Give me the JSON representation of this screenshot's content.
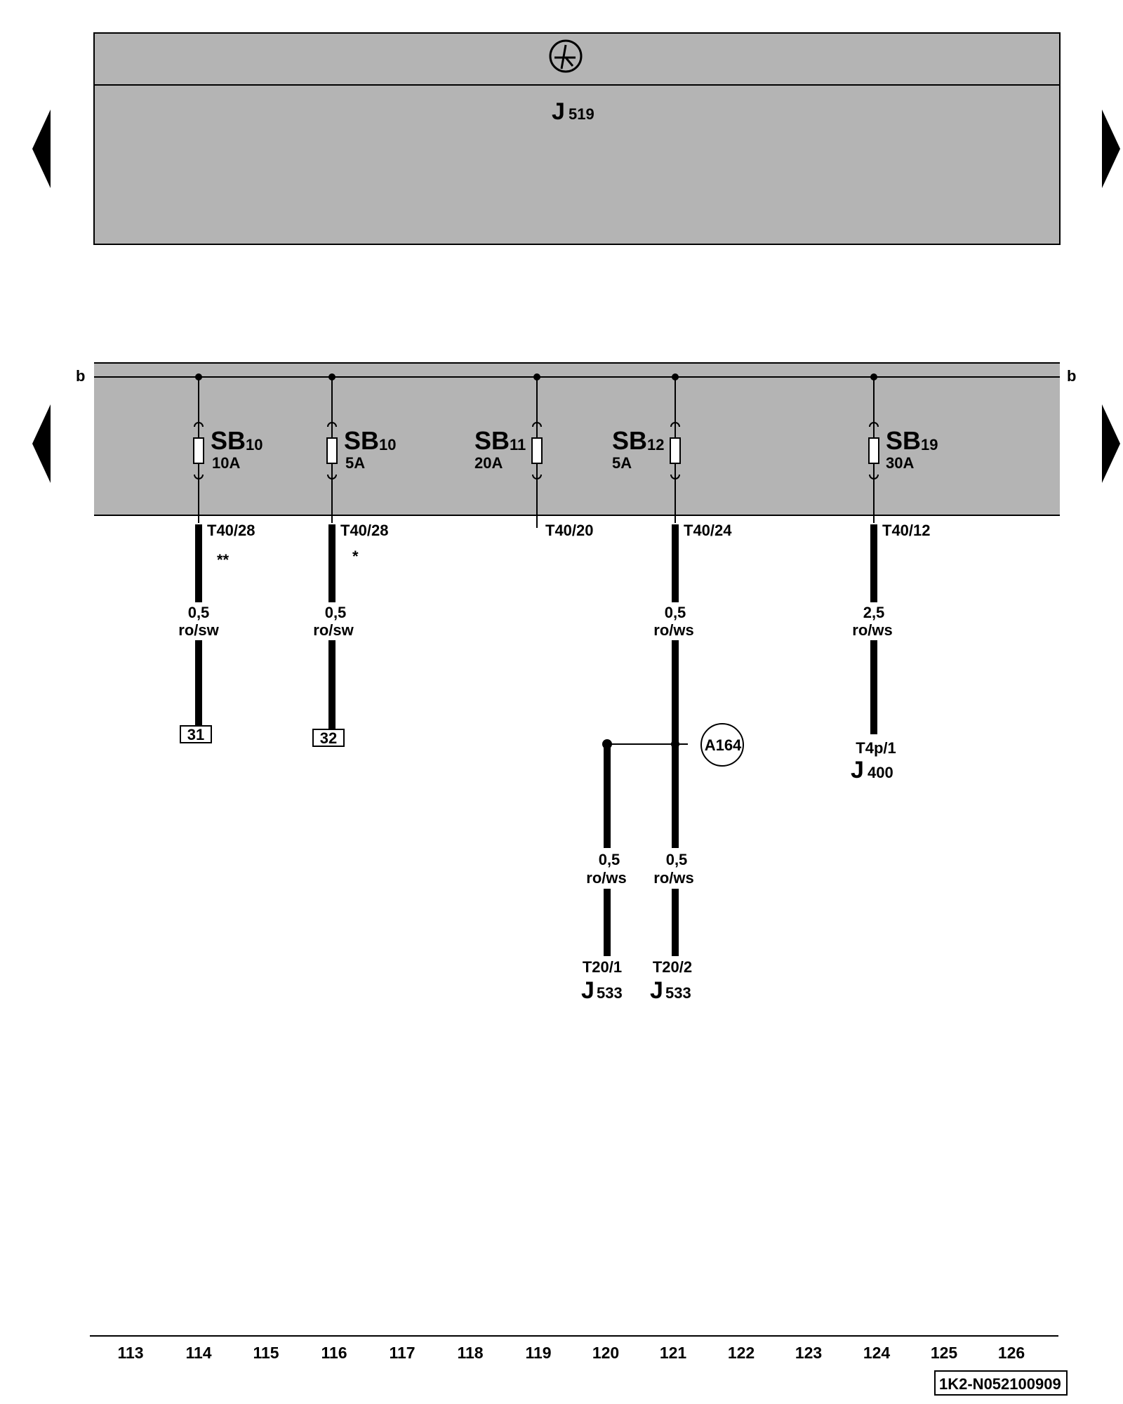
{
  "top_module": {
    "id": "J",
    "sub": "519"
  },
  "bus_label_left": "b",
  "bus_label_right": "b",
  "fuses": [
    {
      "name": "SB",
      "num": "10",
      "rating": "10A",
      "connector": "T40/28",
      "mark": "**",
      "wire_size": "0,5",
      "wire_color": "ro/sw",
      "term": "31"
    },
    {
      "name": "SB",
      "num": "10",
      "rating": "5A",
      "connector": "T40/28",
      "mark": "*",
      "wire_size": "0,5",
      "wire_color": "ro/sw",
      "term": "32"
    },
    {
      "name": "SB",
      "num": "11",
      "rating": "20A",
      "connector": "T40/20"
    },
    {
      "name": "SB",
      "num": "12",
      "rating": "5A",
      "connector": "T40/24",
      "wire_size": "0,5",
      "wire_color": "ro/ws"
    },
    {
      "name": "SB",
      "num": "19",
      "rating": "30A",
      "connector": "T40/12",
      "wire_size": "2,5",
      "wire_color": "ro/ws",
      "end_pin": "T4p/1",
      "end_comp": "J",
      "end_comp_sub": "400"
    }
  ],
  "splice": "A164",
  "branches": [
    {
      "wire_size": "0,5",
      "wire_color": "ro/ws",
      "pin": "T20/1",
      "comp": "J",
      "comp_sub": "533"
    },
    {
      "wire_size": "0,5",
      "wire_color": "ro/ws",
      "pin": "T20/2",
      "comp": "J",
      "comp_sub": "533"
    }
  ],
  "column_numbers": [
    "113",
    "114",
    "115",
    "116",
    "117",
    "118",
    "119",
    "120",
    "121",
    "122",
    "123",
    "124",
    "125",
    "126"
  ],
  "doc_id": "1K2-N052100909",
  "colors": {
    "panel": "#b4b4b4",
    "line": "#000000"
  }
}
